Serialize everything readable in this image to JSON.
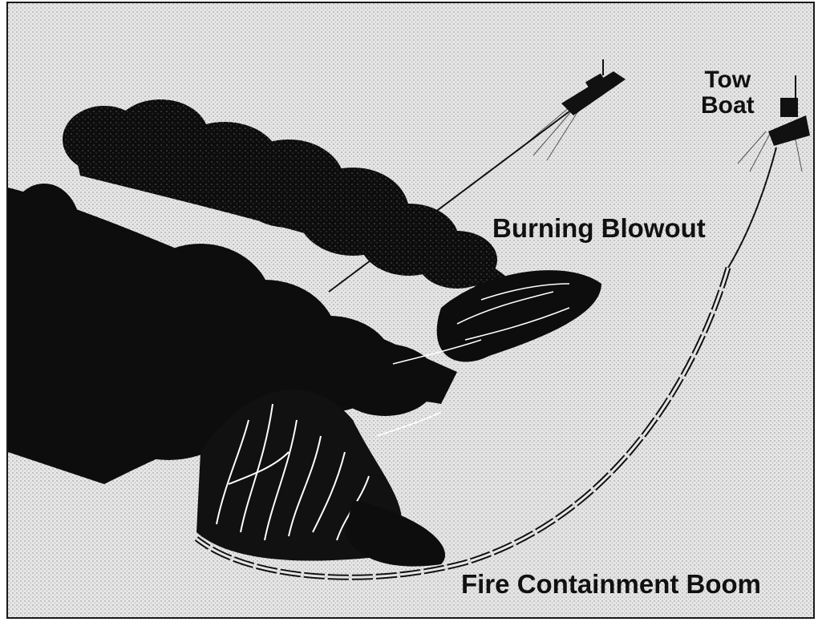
{
  "labels": {
    "tow_boat_line1": "Tow",
    "tow_boat_line2": "Boat",
    "burning_blowout": "Burning Blowout",
    "fire_containment_boom": "Fire Containment Boom"
  },
  "colors": {
    "background": "#e4e4e4",
    "smoke": "#0d0d0d",
    "flame": "#ffffff",
    "ink": "#111111"
  }
}
